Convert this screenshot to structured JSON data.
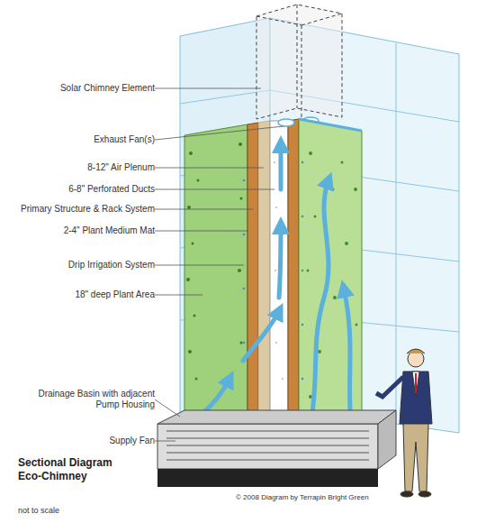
{
  "diagram": {
    "title": "Sectional Diagram Eco-Chimney",
    "labels": [
      "Solar Chimney Element",
      "Exhaust Fan(s)",
      "8-12\" Air Plenum",
      "6-8\" Perforated Ducts",
      "Primary Structure & Rack System",
      "2-4\" Plant Medium Mat",
      "Drip Irrigation System",
      "18\" deep Plant Area",
      "Drainage Basin with adjacent Pump Housing",
      "Supply Fan",
      "© 2008 Diagram by Terrapin Bright Green",
      "not to scale"
    ]
  }
}
